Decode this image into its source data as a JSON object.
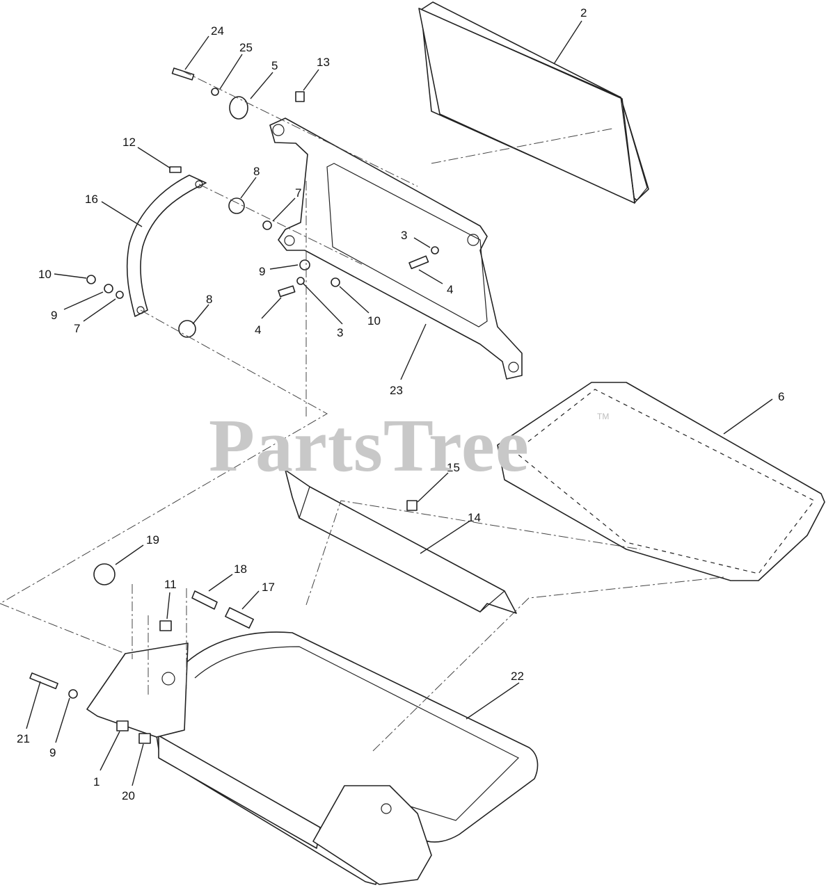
{
  "watermark": {
    "brand": "PartsTree",
    "trademark": "TM"
  },
  "callouts": [
    {
      "id": "c24",
      "label": "24"
    },
    {
      "id": "c25",
      "label": "25"
    },
    {
      "id": "c5",
      "label": "5"
    },
    {
      "id": "c13",
      "label": "13"
    },
    {
      "id": "c2",
      "label": "2"
    },
    {
      "id": "c12",
      "label": "12"
    },
    {
      "id": "c16",
      "label": "16"
    },
    {
      "id": "c8a",
      "label": "8"
    },
    {
      "id": "c7a",
      "label": "7"
    },
    {
      "id": "c3a",
      "label": "3"
    },
    {
      "id": "c10a",
      "label": "10"
    },
    {
      "id": "c9a",
      "label": "9"
    },
    {
      "id": "c7b",
      "label": "7"
    },
    {
      "id": "c9b",
      "label": "9"
    },
    {
      "id": "c8b",
      "label": "8"
    },
    {
      "id": "c4a",
      "label": "4"
    },
    {
      "id": "c4b",
      "label": "4"
    },
    {
      "id": "c3b",
      "label": "3"
    },
    {
      "id": "c10b",
      "label": "10"
    },
    {
      "id": "c23",
      "label": "23"
    },
    {
      "id": "c6",
      "label": "6"
    },
    {
      "id": "c15",
      "label": "15"
    },
    {
      "id": "c14",
      "label": "14"
    },
    {
      "id": "c19",
      "label": "19"
    },
    {
      "id": "c11",
      "label": "11"
    },
    {
      "id": "c18",
      "label": "18"
    },
    {
      "id": "c17",
      "label": "17"
    },
    {
      "id": "c22",
      "label": "22"
    },
    {
      "id": "c21",
      "label": "21"
    },
    {
      "id": "c9c",
      "label": "9"
    },
    {
      "id": "c1",
      "label": "1"
    },
    {
      "id": "c20",
      "label": "20"
    }
  ]
}
